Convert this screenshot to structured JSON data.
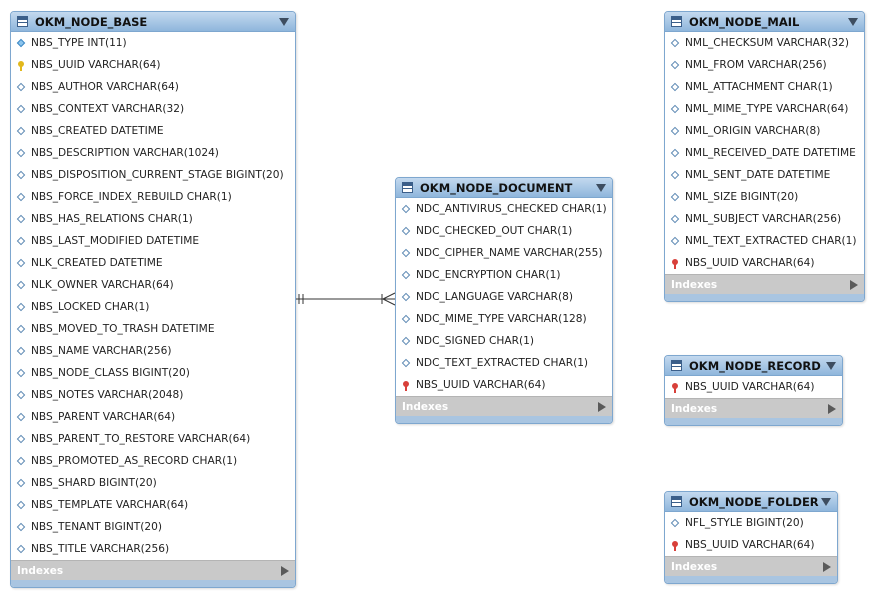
{
  "accent_colors": {
    "header": "#8fb6dc",
    "border": "#7ea7cf",
    "indexes_bg": "#c9c9c9",
    "primary_key": "#e2b81c",
    "foreign_key": "#d8403a"
  },
  "indexes_label": "Indexes",
  "tables": {
    "node_base": {
      "title": "OKM_NODE_BASE",
      "columns": [
        {
          "text": "NBS_TYPE INT(11)",
          "icon": "diamond-filled"
        },
        {
          "text": "NBS_UUID VARCHAR(64)",
          "icon": "key-yellow"
        },
        {
          "text": "NBS_AUTHOR VARCHAR(64)",
          "icon": "diamond"
        },
        {
          "text": "NBS_CONTEXT VARCHAR(32)",
          "icon": "diamond"
        },
        {
          "text": "NBS_CREATED DATETIME",
          "icon": "diamond"
        },
        {
          "text": "NBS_DESCRIPTION VARCHAR(1024)",
          "icon": "diamond"
        },
        {
          "text": "NBS_DISPOSITION_CURRENT_STAGE BIGINT(20)",
          "icon": "diamond"
        },
        {
          "text": "NBS_FORCE_INDEX_REBUILD CHAR(1)",
          "icon": "diamond"
        },
        {
          "text": "NBS_HAS_RELATIONS CHAR(1)",
          "icon": "diamond"
        },
        {
          "text": "NBS_LAST_MODIFIED DATETIME",
          "icon": "diamond"
        },
        {
          "text": "NLK_CREATED DATETIME",
          "icon": "diamond"
        },
        {
          "text": "NLK_OWNER VARCHAR(64)",
          "icon": "diamond"
        },
        {
          "text": "NBS_LOCKED CHAR(1)",
          "icon": "diamond"
        },
        {
          "text": "NBS_MOVED_TO_TRASH DATETIME",
          "icon": "diamond"
        },
        {
          "text": "NBS_NAME VARCHAR(256)",
          "icon": "diamond"
        },
        {
          "text": "NBS_NODE_CLASS BIGINT(20)",
          "icon": "diamond"
        },
        {
          "text": "NBS_NOTES VARCHAR(2048)",
          "icon": "diamond"
        },
        {
          "text": "NBS_PARENT VARCHAR(64)",
          "icon": "diamond"
        },
        {
          "text": "NBS_PARENT_TO_RESTORE VARCHAR(64)",
          "icon": "diamond"
        },
        {
          "text": "NBS_PROMOTED_AS_RECORD CHAR(1)",
          "icon": "diamond"
        },
        {
          "text": "NBS_SHARD BIGINT(20)",
          "icon": "diamond"
        },
        {
          "text": "NBS_TEMPLATE VARCHAR(64)",
          "icon": "diamond"
        },
        {
          "text": "NBS_TENANT BIGINT(20)",
          "icon": "diamond"
        },
        {
          "text": "NBS_TITLE VARCHAR(256)",
          "icon": "diamond"
        }
      ]
    },
    "node_document": {
      "title": "OKM_NODE_DOCUMENT",
      "columns": [
        {
          "text": "NDC_ANTIVIRUS_CHECKED CHAR(1)",
          "icon": "diamond"
        },
        {
          "text": "NDC_CHECKED_OUT CHAR(1)",
          "icon": "diamond"
        },
        {
          "text": "NDC_CIPHER_NAME VARCHAR(255)",
          "icon": "diamond"
        },
        {
          "text": "NDC_ENCRYPTION CHAR(1)",
          "icon": "diamond"
        },
        {
          "text": "NDC_LANGUAGE VARCHAR(8)",
          "icon": "diamond"
        },
        {
          "text": "NDC_MIME_TYPE VARCHAR(128)",
          "icon": "diamond"
        },
        {
          "text": "NDC_SIGNED CHAR(1)",
          "icon": "diamond"
        },
        {
          "text": "NDC_TEXT_EXTRACTED CHAR(1)",
          "icon": "diamond"
        },
        {
          "text": "NBS_UUID VARCHAR(64)",
          "icon": "key-red"
        }
      ]
    },
    "node_mail": {
      "title": "OKM_NODE_MAIL",
      "columns": [
        {
          "text": "NML_CHECKSUM VARCHAR(32)",
          "icon": "diamond"
        },
        {
          "text": "NML_FROM VARCHAR(256)",
          "icon": "diamond"
        },
        {
          "text": "NML_ATTACHMENT CHAR(1)",
          "icon": "diamond"
        },
        {
          "text": "NML_MIME_TYPE VARCHAR(64)",
          "icon": "diamond"
        },
        {
          "text": "NML_ORIGIN VARCHAR(8)",
          "icon": "diamond"
        },
        {
          "text": "NML_RECEIVED_DATE DATETIME",
          "icon": "diamond"
        },
        {
          "text": "NML_SENT_DATE DATETIME",
          "icon": "diamond"
        },
        {
          "text": "NML_SIZE BIGINT(20)",
          "icon": "diamond"
        },
        {
          "text": "NML_SUBJECT VARCHAR(256)",
          "icon": "diamond"
        },
        {
          "text": "NML_TEXT_EXTRACTED CHAR(1)",
          "icon": "diamond"
        },
        {
          "text": "NBS_UUID VARCHAR(64)",
          "icon": "key-red"
        }
      ]
    },
    "node_record": {
      "title": "OKM_NODE_RECORD",
      "columns": [
        {
          "text": "NBS_UUID VARCHAR(64)",
          "icon": "key-red"
        }
      ]
    },
    "node_folder": {
      "title": "OKM_NODE_FOLDER",
      "columns": [
        {
          "text": "NFL_STYLE BIGINT(20)",
          "icon": "diamond"
        },
        {
          "text": "NBS_UUID VARCHAR(64)",
          "icon": "key-red"
        }
      ]
    }
  }
}
